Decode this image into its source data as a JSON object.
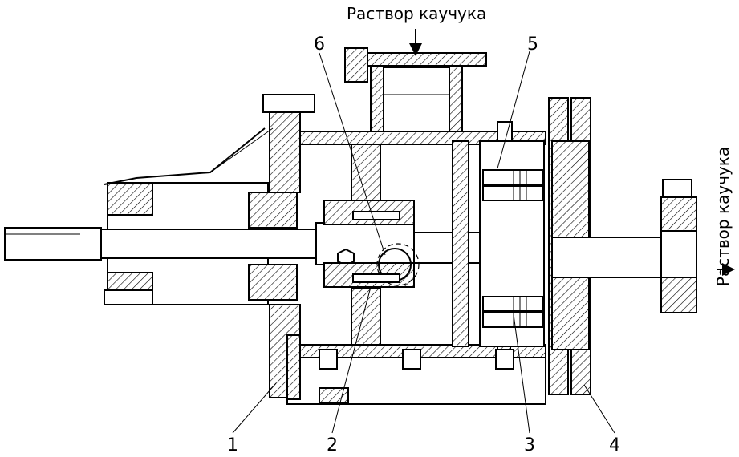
{
  "labels": {
    "inlet": "Раствор каучука",
    "outlet": "Раствор каучука",
    "part_1": "1",
    "part_2": "2",
    "part_3": "3",
    "part_4": "4",
    "part_5": "5",
    "part_6": "6"
  },
  "colors": {
    "line": "#000000",
    "background": "#ffffff"
  }
}
